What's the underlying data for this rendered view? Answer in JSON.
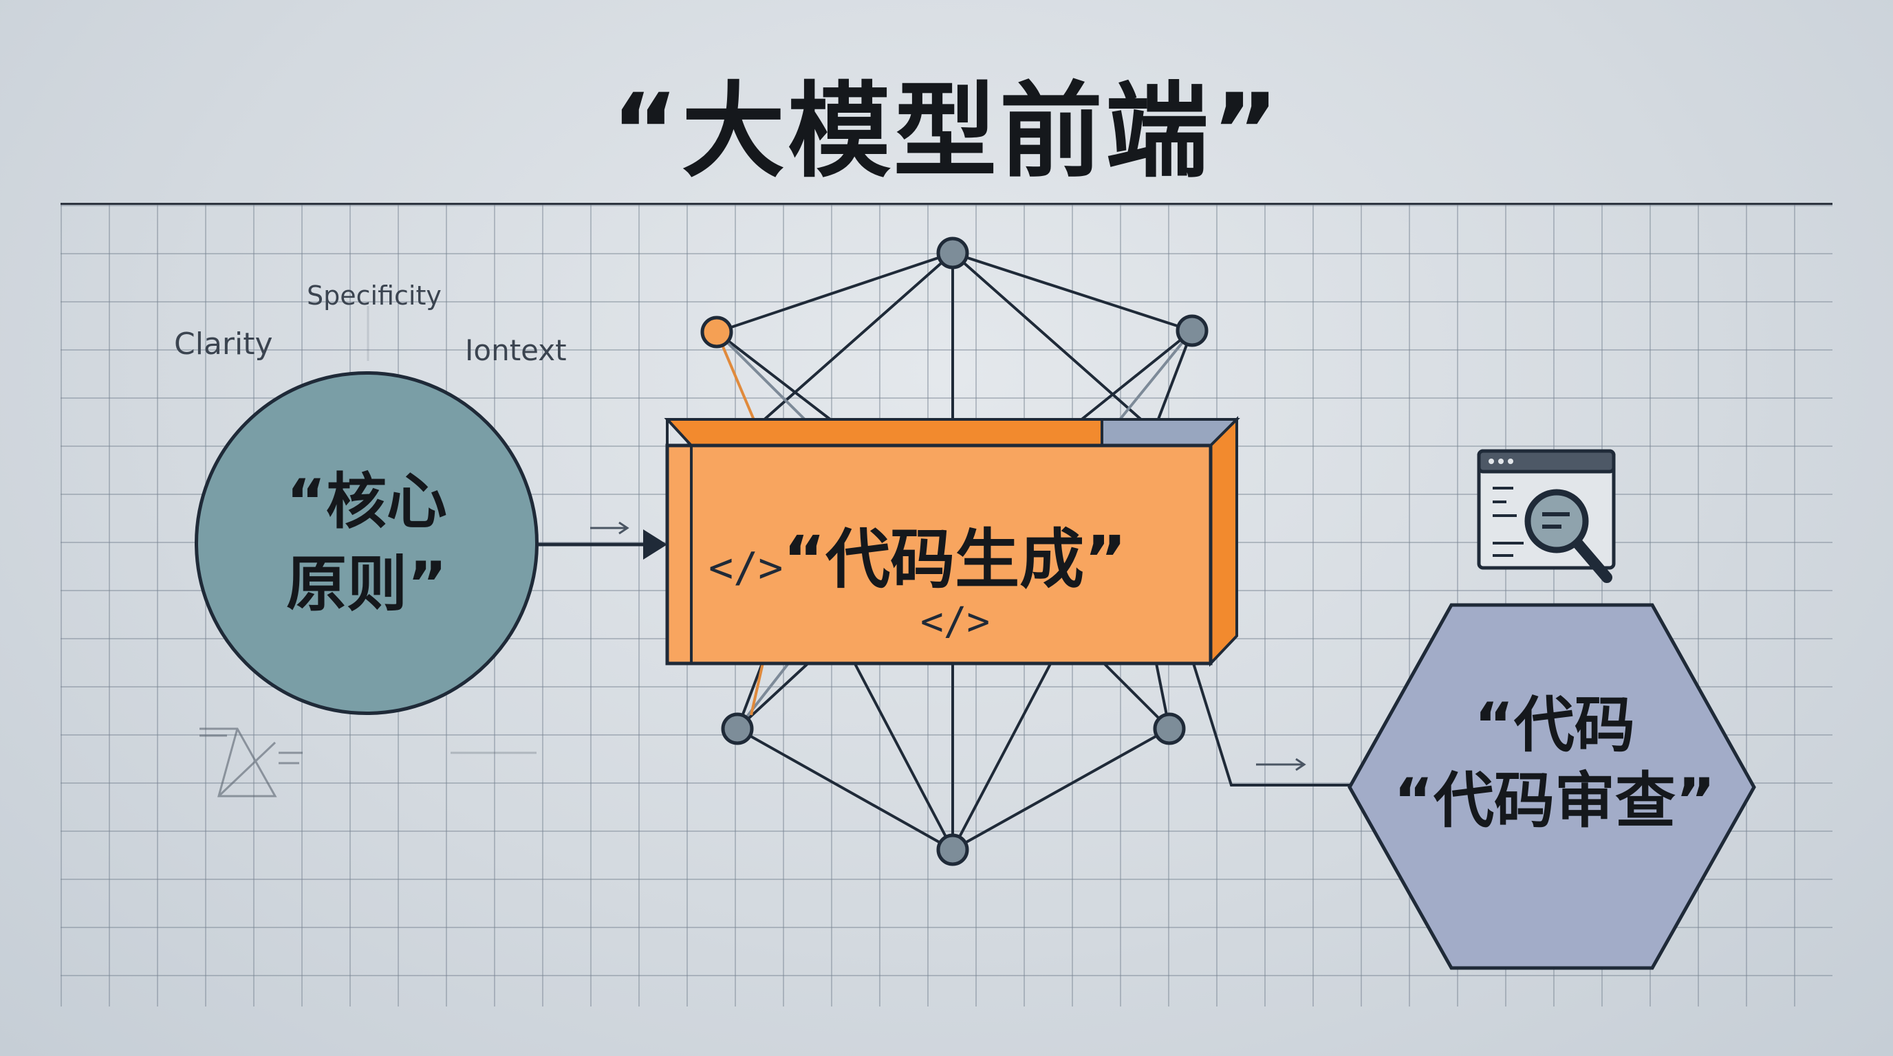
{
  "title": "“大模型前端”",
  "principles": {
    "labels": [
      "Clarity",
      "Specificity",
      "Iontext"
    ],
    "center_text": "“核心原则”"
  },
  "generation": {
    "code_icon": "</>",
    "label": "“代码生成”",
    "sub_icon": "</>"
  },
  "review": {
    "line1": "“代码",
    "line2": "“代码审查”",
    "icon": "code-review-magnifier-icon"
  },
  "colors": {
    "orange": "#f8a55f",
    "orange_dark": "#f28a2e",
    "teal": "#7a9ea6",
    "hex": "#a2acc8",
    "ink": "#1f2a38",
    "node": "#7d8d99"
  }
}
